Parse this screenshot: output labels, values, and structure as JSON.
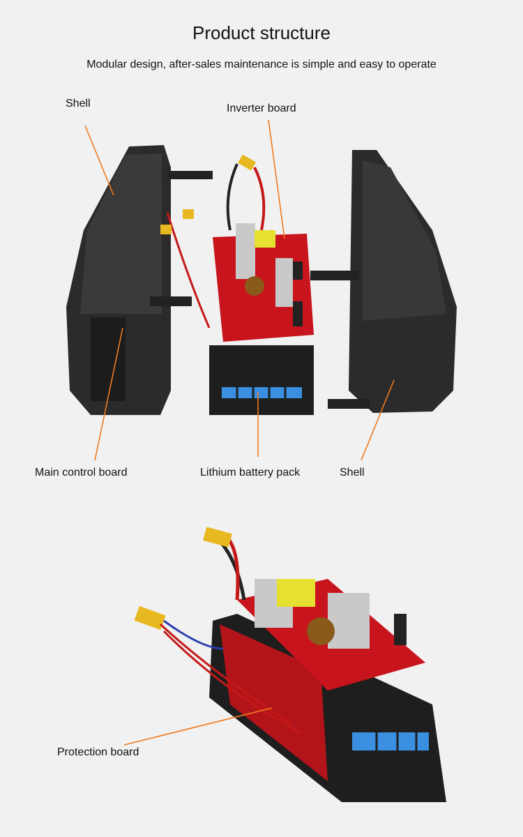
{
  "header": {
    "title": "Product structure",
    "subtitle": "Modular design, after-sales maintenance is simple and easy to operate"
  },
  "exploded_view": {
    "labels": {
      "shell_left": "Shell",
      "inverter_board": "Inverter board",
      "main_control_board": "Main control board",
      "lithium_battery_pack": "Lithium battery pack",
      "shell_right": "Shell"
    }
  },
  "assembled_view": {
    "labels": {
      "protection_board": "Protection board"
    }
  },
  "colors": {
    "leader_line": "#f07a1e",
    "shell": "#2b2b2b",
    "pcb": "#c8141c",
    "battery_cell": "#3a8fe0"
  }
}
